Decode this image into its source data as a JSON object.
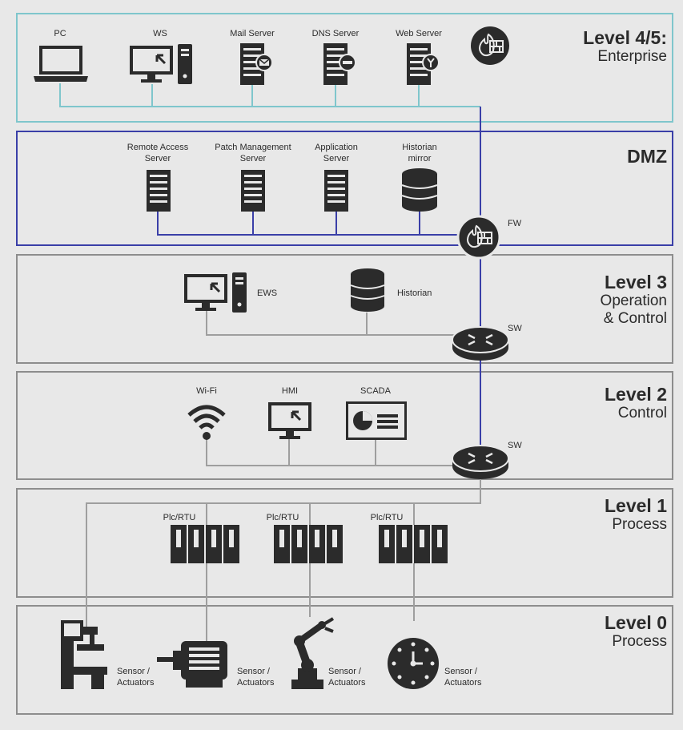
{
  "colors": {
    "background": "#e8e8e8",
    "enterprise_border": "#7fc6cc",
    "dmz_border": "#3a3fa8",
    "zone_border": "#8d8d8d",
    "icon_dark": "#2b2b2b",
    "link_blue": "#3a3fa8",
    "link_gray": "#9e9e9e"
  },
  "zones": {
    "enterprise": {
      "title": "Level 4/5:",
      "subtitle": "Enterprise",
      "devices": [
        {
          "label": "PC",
          "icon": "laptop-icon"
        },
        {
          "label": "WS",
          "icon": "workstation-icon"
        },
        {
          "label": "Mail Server",
          "icon": "mail-server-icon"
        },
        {
          "label": "DNS Server",
          "icon": "dns-server-icon"
        },
        {
          "label": "Web Server",
          "icon": "web-server-icon"
        }
      ],
      "firewall_icon": "firewall-icon"
    },
    "dmz": {
      "title": "DMZ",
      "devices": [
        {
          "label_line1": "Remote Access",
          "label_line2": "Server",
          "icon": "server-icon"
        },
        {
          "label_line1": "Patch Management",
          "label_line2": "Server",
          "icon": "server-icon"
        },
        {
          "label_line1": "Application",
          "label_line2": "Server",
          "icon": "server-icon"
        },
        {
          "label_line1": "Historian",
          "label_line2": "mirror",
          "icon": "database-icon"
        }
      ],
      "firewall_label": "FW"
    },
    "level3": {
      "title": "Level 3",
      "subtitle_line1": "Operation",
      "subtitle_line2": "& Control",
      "devices": [
        {
          "label": "EWS",
          "icon": "workstation-icon"
        },
        {
          "label": "Historian",
          "icon": "database-icon"
        }
      ],
      "switch_label": "SW"
    },
    "level2": {
      "title": "Level 2",
      "subtitle": "Control",
      "devices": [
        {
          "label": "Wi-Fi",
          "icon": "wifi-icon"
        },
        {
          "label": "HMI",
          "icon": "monitor-icon"
        },
        {
          "label": "SCADA",
          "icon": "scada-icon"
        }
      ],
      "switch_label": "SW"
    },
    "level1": {
      "title": "Level 1",
      "subtitle": "Process",
      "devices": [
        {
          "label": "Plc/RTU",
          "icon": "plc-rack-icon"
        },
        {
          "label": "Plc/RTU",
          "icon": "plc-rack-icon"
        },
        {
          "label": "Plc/RTU",
          "icon": "plc-rack-icon"
        }
      ]
    },
    "level0": {
      "title": "Level 0",
      "subtitle": "Process",
      "devices": [
        {
          "label_line1": "Sensor /",
          "label_line2": "Actuators",
          "icon": "machine-tool-icon"
        },
        {
          "label_line1": "Sensor /",
          "label_line2": "Actuators",
          "icon": "motor-icon"
        },
        {
          "label_line1": "Sensor /",
          "label_line2": "Actuators",
          "icon": "robot-arm-icon"
        },
        {
          "label_line1": "Sensor /",
          "label_line2": "Actuators",
          "icon": "gauge-icon"
        }
      ]
    }
  }
}
